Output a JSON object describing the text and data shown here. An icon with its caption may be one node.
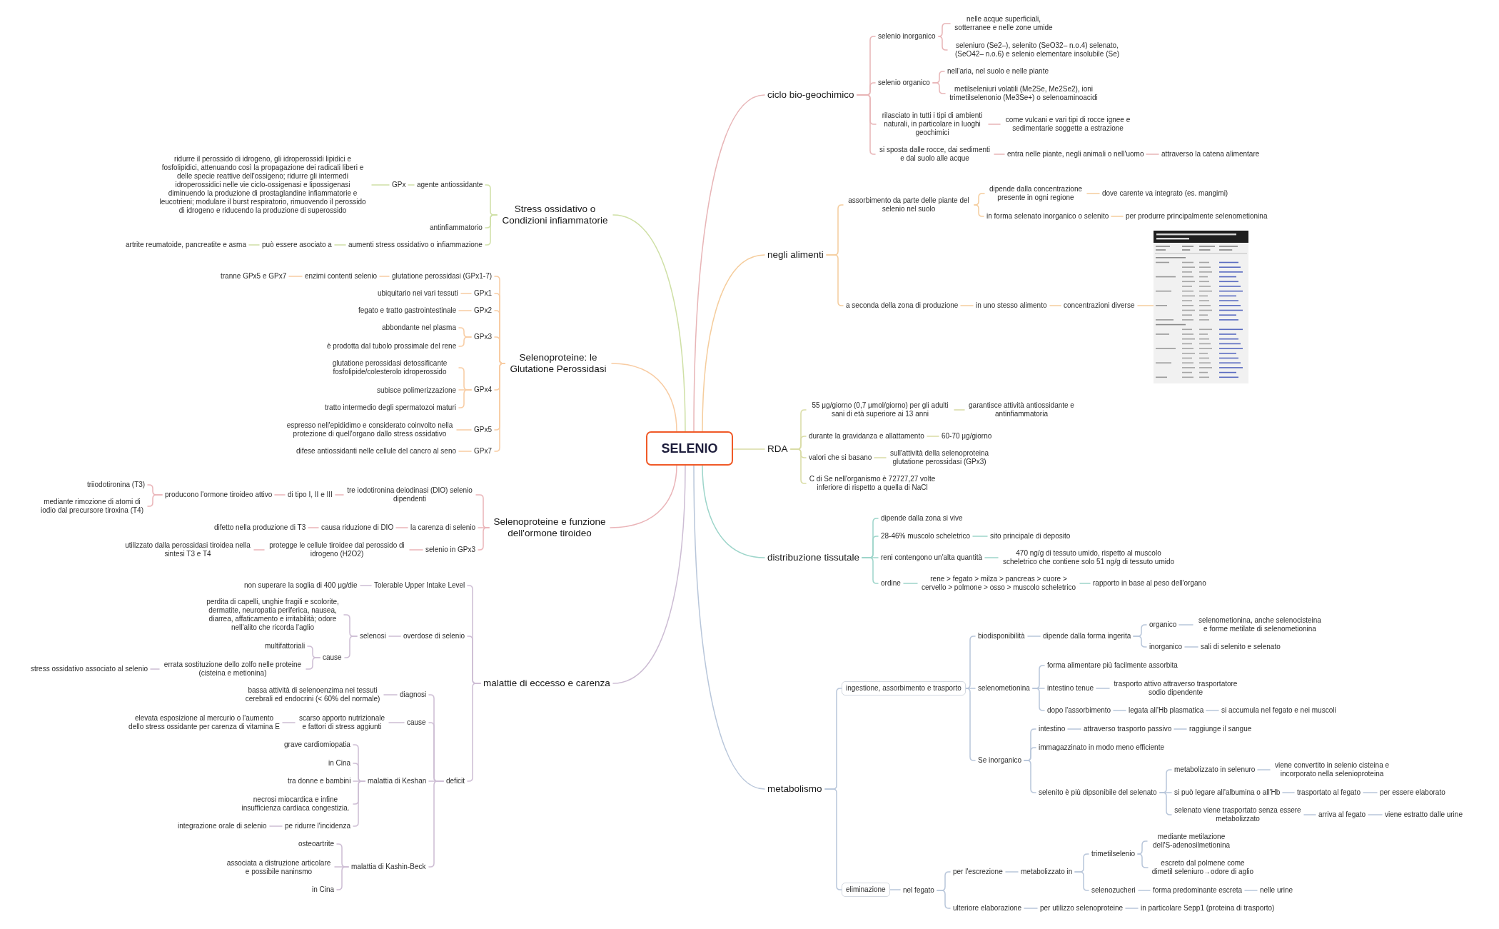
{
  "diagram": {
    "nodes": [
      {
        "text": [
          "SELENIO"
        ]
      },
      {
        "text": [
          "ciclo bio-geochimico"
        ]
      },
      {
        "text": [
          "selenio inorganico"
        ]
      },
      {
        "text": [
          "nelle acque superficiali, sotterranee e nelle zone umide"
        ]
      },
      {
        "text": [
          "seleniuro (Se2–), selenito (SeO32– n.o.4) selenato, (SeO42– n.o.6) e selenio elementare insolubile (Se)"
        ]
      },
      {
        "text": [
          "selenio organico"
        ]
      },
      {
        "text": [
          "nell'aria, nel suolo e nelle piante"
        ]
      },
      {
        "text": [
          "metilseleniuri volatili (Me2Se, Me2Se2), ioni trimetilselenonio (Me3Se+) o selenoaminoacidi"
        ]
      },
      {
        "text": [
          "rilasciato in tutti i tipi di ambienti naturali, in particolare in luoghi geochimici"
        ]
      },
      {
        "text": [
          "come vulcani e vari tipi di rocce ignee e sedimentarie soggette a estrazione"
        ]
      },
      {
        "text": [
          "si sposta dalle rocce, dai sedimenti e dal suolo alle acque"
        ]
      },
      {
        "text": [
          "entra nelle piante, negli animali o nell'uomo"
        ]
      },
      {
        "text": [
          "attraverso la catena alimentare"
        ]
      },
      {
        "text": [
          "negli alimenti"
        ]
      },
      {
        "text": [
          "assorbimento da parte delle piante del selenio nel suolo"
        ]
      },
      {
        "text": [
          "dipende dalla concentrazione presente in ogni regione"
        ]
      },
      {
        "text": [
          "dove carente va integrato (es. mangimi)"
        ]
      },
      {
        "text": [
          "in forma selenato inorganico o selenito"
        ]
      },
      {
        "text": [
          "per produrre principalmente selenometionina"
        ]
      },
      {
        "text": [
          "a seconda della zona di produzione"
        ]
      },
      {
        "text": [
          "in uno stesso alimento"
        ]
      },
      {
        "text": [
          "concentrazioni diverse"
        ]
      },
      {
        "text": [],
        "shape": "picture"
      },
      {
        "text": [
          "RDA"
        ]
      },
      {
        "text": [
          "55 μg/giorno (0,7 μmol/giorno) per gli adulti sani di età superiore ai 13 anni"
        ]
      },
      {
        "text": [
          "garantisce attività antiossidante e antinfiammatoria"
        ]
      },
      {
        "text": [
          "durante la gravidanza e allattamento"
        ]
      },
      {
        "text": [
          "60-70 μg/giorno"
        ]
      },
      {
        "text": [
          "valori che si basano"
        ]
      },
      {
        "text": [
          "sull'attività della selenoproteina glutatione perossidasi (GPx3)"
        ]
      },
      {
        "text": [
          "C di Se nell'organismo è 72727,27 volte inferiore di rispetto a quella di NaCl"
        ]
      },
      {
        "text": [
          "distribuzione tissutale"
        ]
      },
      {
        "text": [
          "dipende dalla zona si vive"
        ]
      },
      {
        "text": [
          "28-46% muscolo scheletrico"
        ]
      },
      {
        "text": [
          "sito principale di deposito"
        ]
      },
      {
        "text": [
          "reni contengono un'alta quantità"
        ]
      },
      {
        "text": [
          "470 ng/g di tessuto umido, rispetto al muscolo scheletrico che contiene solo 51 ng/g di tessuto umido"
        ]
      },
      {
        "text": [
          "ordine"
        ]
      },
      {
        "text": [
          "rene > fegato > milza > pancreas > cuore > cervello > polmone > osso > muscolo scheletrico"
        ]
      },
      {
        "text": [
          "rapporto in base al peso dell'organo"
        ]
      },
      {
        "text": [
          "metabolismo"
        ]
      },
      {
        "text": [
          "ingestione, assorbimento e trasporto"
        ]
      },
      {
        "text": [
          "biodisponibilità"
        ]
      },
      {
        "text": [
          "dipende dalla forma ingerita"
        ]
      },
      {
        "text": [
          "organico"
        ]
      },
      {
        "text": [
          "selenometionina, anche selenocisteina e forme metilate di selenometionina"
        ]
      },
      {
        "text": [
          "inorganico"
        ]
      },
      {
        "text": [
          "sali di selenito e selenato"
        ]
      },
      {
        "text": [
          "selenometionina"
        ]
      },
      {
        "text": [
          "forma alimentare più facilmente assorbita"
        ]
      },
      {
        "text": [
          "intestino tenue"
        ]
      },
      {
        "text": [
          "trasporto attivo attraverso trasportatore sodio dipendente"
        ]
      },
      {
        "text": [
          "dopo l'assorbimento"
        ]
      },
      {
        "text": [
          "legata all'Hb plasmatica"
        ]
      },
      {
        "text": [
          "si accumula nel fegato e nei muscoli"
        ]
      },
      {
        "text": [
          "Se inorganico"
        ]
      },
      {
        "text": [
          "intestino"
        ]
      },
      {
        "text": [
          "attraverso trasporto passivo"
        ]
      },
      {
        "text": [
          "raggiunge il sangue"
        ]
      },
      {
        "text": [
          "immagazzinato in modo meno efficiente"
        ]
      },
      {
        "text": [
          "selenito è più dipsonibile del selenato"
        ]
      },
      {
        "text": [
          "metabolizzato in selenuro"
        ]
      },
      {
        "text": [
          "viene convertito in selenio cisteina e incorporato nella selenioproteina"
        ]
      },
      {
        "text": [
          "si può legare all'albumina o all'Hb"
        ]
      },
      {
        "text": [
          "trasportato al fegato"
        ]
      },
      {
        "text": [
          "per essere elaborato"
        ]
      },
      {
        "text": [
          "selenato viene trasportato senza essere metabolizzato"
        ]
      },
      {
        "text": [
          "arriva al fegato"
        ]
      },
      {
        "text": [
          "viene estratto dalle urine"
        ]
      },
      {
        "text": [
          "eliminazione"
        ]
      },
      {
        "text": [
          "nel fegato"
        ]
      },
      {
        "text": [
          "per l'escrezione"
        ]
      },
      {
        "text": [
          "metabolizzato in"
        ]
      },
      {
        "text": [
          "trimetilselenio"
        ]
      },
      {
        "text": [
          "mediante metilazione dell'S-adenosilmetionina"
        ]
      },
      {
        "text": [
          "escreto dal polmene come dimetil seleniuro→odore di aglio"
        ]
      },
      {
        "text": [
          "selenozucheri"
        ]
      },
      {
        "text": [
          "forma predominante escreta"
        ]
      },
      {
        "text": [
          "nelle urine"
        ]
      },
      {
        "text": [
          "ulteriore elaborazione"
        ]
      },
      {
        "text": [
          "per utilizzo selenoproteine"
        ]
      },
      {
        "text": [
          "in particolare Sepp1 (proteina di trasporto)"
        ]
      },
      {
        "text": [
          "Stress ossidativo o Condizioni infiammatorie"
        ]
      },
      {
        "text": [
          "agente antiossidante"
        ]
      },
      {
        "text": [
          "GPx"
        ]
      },
      {
        "text": [
          "ridurre il perossido di idrogeno, gli idroperossidi lipidici e fosfolipidici, attenuando così la propagazione dei radicali liberi e delle specie reattive dell'ossigeno; ridurre gli intermedi idroperossidici nelle vie ciclo-ossigenasi e lipossigenasi diminuendo la produzione di prostaglandine infiammatorie e leucotrieni; modulare il burst respiratorio, rimuovendo il perossido di idrogeno e riducendo la produzione di superossido"
        ]
      },
      {
        "text": [
          "antinfiammatorio"
        ]
      },
      {
        "text": [
          "aumenti stress ossidativo o infiammazione"
        ]
      },
      {
        "text": [
          "può essere asociato a"
        ]
      },
      {
        "text": [
          "artrite reumatoide, pancreatite e asma"
        ]
      },
      {
        "text": [
          "Selenoproteine: le Glutatione Perossidasi"
        ]
      },
      {
        "text": [
          "glutatione perossidasi (GPx1-7)"
        ]
      },
      {
        "text": [
          "enzimi contenti selenio"
        ]
      },
      {
        "text": [
          "tranne GPx5 e GPx7"
        ]
      },
      {
        "text": [
          "GPx1"
        ]
      },
      {
        "text": [
          "ubiquitario nei vari tessuti"
        ]
      },
      {
        "text": [
          "GPx2"
        ]
      },
      {
        "text": [
          "fegato e tratto gastrointestinale"
        ]
      },
      {
        "text": [
          "GPx3"
        ]
      },
      {
        "text": [
          "abbondante nel plasma"
        ]
      },
      {
        "text": [
          "è prodotta dal tubolo prossimale del rene"
        ]
      },
      {
        "text": [
          "GPx4"
        ]
      },
      {
        "text": [
          "glutatione perossidasi detossificante fosfolipide/colesterolo idroperossido"
        ]
      },
      {
        "text": [
          "subisce polimerizzazione"
        ]
      },
      {
        "text": [
          "tratto intermedio degli spermatozoi maturi"
        ]
      },
      {
        "text": [
          "GPx5"
        ]
      },
      {
        "text": [
          "espresso nell'epididimo e considerato coinvolto nella protezione di quell'organo dallo stress ossidativo"
        ]
      },
      {
        "text": [
          "GPx7"
        ]
      },
      {
        "text": [
          "difese antiossidanti nelle cellule del cancro al seno"
        ]
      },
      {
        "text": [
          "Selenoproteine e funzione dell'ormone tiroideo"
        ]
      },
      {
        "text": [
          "tre iodotironina deiodinasi (DIO) selenio dipendenti"
        ]
      },
      {
        "text": [
          "di tipo I, II e III"
        ]
      },
      {
        "text": [
          "producono l'ormone tiroideo attivo"
        ]
      },
      {
        "text": [
          "triiodotironina (T3)"
        ]
      },
      {
        "text": [
          "mediante rimozione di atomi di iodio dal precursore tiroxina (T4)"
        ]
      },
      {
        "text": [
          "la carenza di selenio"
        ]
      },
      {
        "text": [
          "causa riduzione di DIO"
        ]
      },
      {
        "text": [
          "difetto nella produzione di T3"
        ]
      },
      {
        "text": [
          "selenio in GPx3"
        ]
      },
      {
        "text": [
          "protegge le cellule tiroidee dal perossido di idrogeno (H2O2)"
        ]
      },
      {
        "text": [
          "utilizzato dalla perossidasi tiroidea nella sintesi T3 e T4"
        ]
      },
      {
        "text": [
          "malattie di eccesso e carenza"
        ]
      },
      {
        "text": [
          "Tolerable Upper Intake Level"
        ]
      },
      {
        "text": [
          "non superare la soglia di 400 μg/die"
        ]
      },
      {
        "text": [
          "overdose di selenio"
        ]
      },
      {
        "text": [
          "selenosi"
        ]
      },
      {
        "text": [
          "perdita di capelli, unghie fragili e scolorite, dermatite, neuropatia periferica, nausea, diarrea, affaticamento e irritabilità; odore nell'alito che ricorda l'aglio"
        ]
      },
      {
        "text": [
          "cause"
        ]
      },
      {
        "text": [
          "multifattoriali"
        ]
      },
      {
        "text": [
          "errata sostituzione dello zolfo nelle proteine (cisteina e metionina)"
        ]
      },
      {
        "text": [
          "stress ossidativo associato al selenio"
        ]
      },
      {
        "text": [
          "deficit"
        ]
      },
      {
        "text": [
          "diagnosi"
        ]
      },
      {
        "text": [
          "bassa attività di selenoenzima nei tessuti cerebrali ed endocrini (< 60% del normale)"
        ]
      },
      {
        "text": [
          "cause"
        ]
      },
      {
        "text": [
          "scarso apporto nutrizionale e fattori di stress aggiunti"
        ]
      },
      {
        "text": [
          "elevata esposizione al mercurio o l'aumento dello stress ossidante per carenza di vitamina E"
        ]
      },
      {
        "text": [
          "malattia di Keshan"
        ]
      },
      {
        "text": [
          "grave cardiomiopatia"
        ]
      },
      {
        "text": [
          "in Cina"
        ]
      },
      {
        "text": [
          "tra donne e bambini"
        ]
      },
      {
        "text": [
          "necrosi miocardica e infine insufficienza cardiaca congestizia."
        ]
      },
      {
        "text": [
          "pe ridurre l'incidenza"
        ]
      },
      {
        "text": [
          "integrazione orale di selenio"
        ]
      },
      {
        "text": [
          "malattia di Kashin-Beck"
        ]
      },
      {
        "text": [
          "osteoartrite"
        ]
      },
      {
        "text": [
          "associata a distruzione articolare e possibile naninsmo"
        ]
      },
      {
        "text": [
          "in Cina"
        ]
      }
    ],
    "edges": [
      {
        "from": 0,
        "to": 1,
        "arrow": "none",
        "color": "#e8b5b7"
      },
      {
        "from": 1,
        "to": 2,
        "arrow": "none",
        "color": "#e8b5b7"
      },
      {
        "from": 2,
        "to": 3,
        "arrow": "none",
        "color": "#e8b5b7"
      },
      {
        "from": 2,
        "to": 4,
        "arrow": "none",
        "color": "#e8b5b7"
      },
      {
        "from": 1,
        "to": 5,
        "arrow": "none",
        "color": "#e8b5b7"
      },
      {
        "from": 5,
        "to": 6,
        "arrow": "none",
        "color": "#e8b5b7"
      },
      {
        "from": 5,
        "to": 7,
        "arrow": "none",
        "color": "#e8b5b7"
      },
      {
        "from": 1,
        "to": 8,
        "arrow": "none",
        "color": "#e8b5b7"
      },
      {
        "from": 8,
        "to": 9,
        "arrow": "none",
        "color": "#e8b5b7"
      },
      {
        "from": 1,
        "to": 10,
        "arrow": "none",
        "color": "#e8b5b7"
      },
      {
        "from": 10,
        "to": 11,
        "arrow": "none",
        "color": "#e8b5b7"
      },
      {
        "from": 11,
        "to": 12,
        "arrow": "none",
        "color": "#e8b5b7"
      },
      {
        "from": 0,
        "to": 13,
        "arrow": "none",
        "color": "#f5cd9d"
      },
      {
        "from": 13,
        "to": 14,
        "arrow": "none",
        "color": "#f5cd9d"
      },
      {
        "from": 14,
        "to": 15,
        "arrow": "none",
        "color": "#f5cd9d"
      },
      {
        "from": 15,
        "to": 16,
        "arrow": "none",
        "color": "#f5cd9d"
      },
      {
        "from": 14,
        "to": 17,
        "arrow": "none",
        "color": "#f5cd9d"
      },
      {
        "from": 17,
        "to": 18,
        "arrow": "none",
        "color": "#f5cd9d"
      },
      {
        "from": 13,
        "to": 19,
        "arrow": "none",
        "color": "#f5cd9d"
      },
      {
        "from": 19,
        "to": 20,
        "arrow": "none",
        "color": "#f5cd9d"
      },
      {
        "from": 20,
        "to": 21,
        "arrow": "none",
        "color": "#f5cd9d"
      },
      {
        "from": 21,
        "to": 22,
        "arrow": "none",
        "color": "#f5cd9d"
      },
      {
        "from": 0,
        "to": 23,
        "arrow": "none",
        "color": "#d9dca5"
      },
      {
        "from": 23,
        "to": 24,
        "arrow": "none",
        "color": "#d9dca5"
      },
      {
        "from": 24,
        "to": 25,
        "arrow": "none",
        "color": "#d9dca5"
      },
      {
        "from": 23,
        "to": 26,
        "arrow": "none",
        "color": "#d9dca5"
      },
      {
        "from": 26,
        "to": 27,
        "arrow": "none",
        "color": "#d9dca5"
      },
      {
        "from": 23,
        "to": 28,
        "arrow": "none",
        "color": "#d9dca5"
      },
      {
        "from": 28,
        "to": 29,
        "arrow": "none",
        "color": "#d9dca5"
      },
      {
        "from": 23,
        "to": 30,
        "arrow": "none",
        "color": "#d9dca5"
      },
      {
        "from": 0,
        "to": 31,
        "arrow": "none",
        "color": "#9dd5ca"
      },
      {
        "from": 31,
        "to": 32,
        "arrow": "none",
        "color": "#9dd5ca"
      },
      {
        "from": 31,
        "to": 33,
        "arrow": "none",
        "color": "#9dd5ca"
      },
      {
        "from": 33,
        "to": 34,
        "arrow": "none",
        "color": "#9dd5ca"
      },
      {
        "from": 31,
        "to": 35,
        "arrow": "none",
        "color": "#9dd5ca"
      },
      {
        "from": 35,
        "to": 36,
        "arrow": "none",
        "color": "#9dd5ca"
      },
      {
        "from": 31,
        "to": 37,
        "arrow": "none",
        "color": "#9dd5ca"
      },
      {
        "from": 37,
        "to": 38,
        "arrow": "none",
        "color": "#9dd5ca"
      },
      {
        "from": 38,
        "to": 39,
        "arrow": "none",
        "color": "#9dd5ca"
      },
      {
        "from": 0,
        "to": 40,
        "arrow": "none"
      },
      {
        "from": 40,
        "to": 41,
        "arrow": "none"
      },
      {
        "from": 41,
        "to": 42,
        "arrow": "none"
      },
      {
        "from": 42,
        "to": 43,
        "arrow": "none"
      },
      {
        "from": 43,
        "to": 44,
        "arrow": "none"
      },
      {
        "from": 44,
        "to": 45,
        "arrow": "none"
      },
      {
        "from": 43,
        "to": 46,
        "arrow": "none"
      },
      {
        "from": 46,
        "to": 47,
        "arrow": "none"
      },
      {
        "from": 41,
        "to": 48,
        "arrow": "none"
      },
      {
        "from": 48,
        "to": 49,
        "arrow": "none"
      },
      {
        "from": 48,
        "to": 50,
        "arrow": "none"
      },
      {
        "from": 50,
        "to": 51,
        "arrow": "none"
      },
      {
        "from": 48,
        "to": 52,
        "arrow": "none"
      },
      {
        "from": 52,
        "to": 53,
        "arrow": "none"
      },
      {
        "from": 53,
        "to": 54,
        "arrow": "none"
      },
      {
        "from": 41,
        "to": 55,
        "arrow": "none"
      },
      {
        "from": 55,
        "to": 56,
        "arrow": "none"
      },
      {
        "from": 56,
        "to": 57,
        "arrow": "none"
      },
      {
        "from": 57,
        "to": 58,
        "arrow": "none"
      },
      {
        "from": 55,
        "to": 59,
        "arrow": "none"
      },
      {
        "from": 55,
        "to": 60,
        "arrow": "none"
      },
      {
        "from": 60,
        "to": 61,
        "arrow": "none"
      },
      {
        "from": 61,
        "to": 62,
        "arrow": "none"
      },
      {
        "from": 60,
        "to": 63,
        "arrow": "none"
      },
      {
        "from": 63,
        "to": 64,
        "arrow": "none"
      },
      {
        "from": 64,
        "to": 65,
        "arrow": "none"
      },
      {
        "from": 60,
        "to": 66,
        "arrow": "none"
      },
      {
        "from": 66,
        "to": 67,
        "arrow": "none"
      },
      {
        "from": 67,
        "to": 68,
        "arrow": "none"
      },
      {
        "from": 40,
        "to": 69,
        "arrow": "none"
      },
      {
        "from": 69,
        "to": 70,
        "arrow": "none"
      },
      {
        "from": 70,
        "to": 71,
        "arrow": "none"
      },
      {
        "from": 71,
        "to": 72,
        "arrow": "none"
      },
      {
        "from": 72,
        "to": 73,
        "arrow": "none"
      },
      {
        "from": 73,
        "to": 74,
        "arrow": "none"
      },
      {
        "from": 73,
        "to": 75,
        "arrow": "none"
      },
      {
        "from": 72,
        "to": 76,
        "arrow": "none"
      },
      {
        "from": 76,
        "to": 77,
        "arrow": "none"
      },
      {
        "from": 77,
        "to": 78,
        "arrow": "none"
      },
      {
        "from": 70,
        "to": 79,
        "arrow": "none"
      },
      {
        "from": 79,
        "to": 80,
        "arrow": "none"
      },
      {
        "from": 80,
        "to": 81,
        "arrow": "none"
      },
      {
        "from": 0,
        "to": 82,
        "arrow": "none",
        "color": "#cfe0a6"
      },
      {
        "from": 82,
        "to": 83,
        "arrow": "none",
        "color": "#cfe0a6"
      },
      {
        "from": 83,
        "to": 84,
        "arrow": "none",
        "color": "#cfe0a6"
      },
      {
        "from": 84,
        "to": 85,
        "arrow": "none",
        "color": "#cfe0a6"
      },
      {
        "from": 82,
        "to": 86,
        "arrow": "none",
        "color": "#cfe0a6"
      },
      {
        "from": 82,
        "to": 87,
        "arrow": "none",
        "color": "#cfe0a6"
      },
      {
        "from": 87,
        "to": 88,
        "arrow": "none",
        "color": "#cfe0a6"
      },
      {
        "from": 88,
        "to": 89,
        "arrow": "none",
        "color": "#cfe0a6"
      },
      {
        "from": 0,
        "to": 90,
        "arrow": "none",
        "color": "#f8cca3"
      },
      {
        "from": 90,
        "to": 91,
        "arrow": "none",
        "color": "#f8cca3"
      },
      {
        "from": 91,
        "to": 92,
        "arrow": "none",
        "color": "#f8cca3"
      },
      {
        "from": 92,
        "to": 93,
        "arrow": "none",
        "color": "#f8cca3"
      },
      {
        "from": 90,
        "to": 94,
        "arrow": "none",
        "color": "#f8cca3"
      },
      {
        "from": 94,
        "to": 95,
        "arrow": "none",
        "color": "#f8cca3"
      },
      {
        "from": 90,
        "to": 96,
        "arrow": "none",
        "color": "#f8cca3"
      },
      {
        "from": 96,
        "to": 97,
        "arrow": "none",
        "color": "#f8cca3"
      },
      {
        "from": 90,
        "to": 98,
        "arrow": "none",
        "color": "#f8cca3"
      },
      {
        "from": 98,
        "to": 99,
        "arrow": "none",
        "color": "#f8cca3"
      },
      {
        "from": 98,
        "to": 100,
        "arrow": "none",
        "color": "#f8cca3"
      },
      {
        "from": 90,
        "to": 101,
        "arrow": "none",
        "color": "#f8cca3"
      },
      {
        "from": 101,
        "to": 102,
        "arrow": "none",
        "color": "#f8cca3"
      },
      {
        "from": 101,
        "to": 103,
        "arrow": "none",
        "color": "#f8cca3"
      },
      {
        "from": 101,
        "to": 104,
        "arrow": "none",
        "color": "#f8cca3"
      },
      {
        "from": 90,
        "to": 105,
        "arrow": "none",
        "color": "#f8cca3"
      },
      {
        "from": 105,
        "to": 106,
        "arrow": "none",
        "color": "#f8cca3"
      },
      {
        "from": 90,
        "to": 107,
        "arrow": "none",
        "color": "#f8cca3"
      },
      {
        "from": 107,
        "to": 108,
        "arrow": "none",
        "color": "#f8cca3"
      },
      {
        "from": 0,
        "to": 109,
        "arrow": "none",
        "color": "#eab4b8"
      },
      {
        "from": 109,
        "to": 110,
        "arrow": "none",
        "color": "#eab4b8"
      },
      {
        "from": 110,
        "to": 111,
        "arrow": "none",
        "color": "#eab4b8"
      },
      {
        "from": 111,
        "to": 112,
        "arrow": "none",
        "color": "#eab4b8"
      },
      {
        "from": 112,
        "to": 113,
        "arrow": "none",
        "color": "#eab4b8"
      },
      {
        "from": 112,
        "to": 114,
        "arrow": "none",
        "color": "#eab4b8"
      },
      {
        "from": 109,
        "to": 115,
        "arrow": "none",
        "color": "#eab4b8"
      },
      {
        "from": 115,
        "to": 116,
        "arrow": "none",
        "color": "#eab4b8"
      },
      {
        "from": 116,
        "to": 117,
        "arrow": "none",
        "color": "#eab4b8"
      },
      {
        "from": 109,
        "to": 118,
        "arrow": "none",
        "color": "#eab4b8"
      },
      {
        "from": 118,
        "to": 119,
        "arrow": "none",
        "color": "#eab4b8"
      },
      {
        "from": 119,
        "to": 120,
        "arrow": "none",
        "color": "#eab4b8"
      },
      {
        "from": 0,
        "to": 121,
        "arrow": "none",
        "color": "#cdbdd4"
      },
      {
        "from": 121,
        "to": 122,
        "arrow": "none",
        "color": "#cdbdd4"
      },
      {
        "from": 122,
        "to": 123,
        "arrow": "none",
        "color": "#cdbdd4"
      },
      {
        "from": 121,
        "to": 124,
        "arrow": "none",
        "color": "#cdbdd4"
      },
      {
        "from": 124,
        "to": 125,
        "arrow": "none",
        "color": "#cdbdd4"
      },
      {
        "from": 125,
        "to": 126,
        "arrow": "none",
        "color": "#cdbdd4"
      },
      {
        "from": 125,
        "to": 127,
        "arrow": "none",
        "color": "#cdbdd4"
      },
      {
        "from": 127,
        "to": 128,
        "arrow": "none",
        "color": "#cdbdd4"
      },
      {
        "from": 127,
        "to": 129,
        "arrow": "none",
        "color": "#cdbdd4"
      },
      {
        "from": 129,
        "to": 130,
        "arrow": "none",
        "color": "#cdbdd4"
      },
      {
        "from": 121,
        "to": 131,
        "arrow": "none",
        "color": "#cdbdd4"
      },
      {
        "from": 131,
        "to": 132,
        "arrow": "none",
        "color": "#cdbdd4"
      },
      {
        "from": 132,
        "to": 133,
        "arrow": "none",
        "color": "#cdbdd4"
      },
      {
        "from": 131,
        "to": 134,
        "arrow": "none",
        "color": "#cdbdd4"
      },
      {
        "from": 134,
        "to": 135,
        "arrow": "none",
        "color": "#cdbdd4"
      },
      {
        "from": 135,
        "to": 136,
        "arrow": "none",
        "color": "#cdbdd4"
      },
      {
        "from": 131,
        "to": 137,
        "arrow": "none",
        "color": "#cdbdd4"
      },
      {
        "from": 137,
        "to": 138,
        "arrow": "none",
        "color": "#cdbdd4"
      },
      {
        "from": 137,
        "to": 139,
        "arrow": "none",
        "color": "#cdbdd4"
      },
      {
        "from": 137,
        "to": 140,
        "arrow": "none",
        "color": "#cdbdd4"
      },
      {
        "from": 137,
        "to": 141,
        "arrow": "none",
        "color": "#cdbdd4"
      },
      {
        "from": 137,
        "to": 142,
        "arrow": "none",
        "color": "#cdbdd4"
      },
      {
        "from": 142,
        "to": 143,
        "arrow": "none",
        "color": "#cdbdd4"
      },
      {
        "from": 131,
        "to": 144,
        "arrow": "none",
        "color": "#cdbdd4"
      },
      {
        "from": 144,
        "to": 145,
        "arrow": "none",
        "color": "#cdbdd4"
      },
      {
        "from": 144,
        "to": 146,
        "arrow": "none",
        "color": "#cdbdd4"
      },
      {
        "from": 144,
        "to": 147,
        "arrow": "none",
        "color": "#cdbdd4"
      }
    ]
  }
}
